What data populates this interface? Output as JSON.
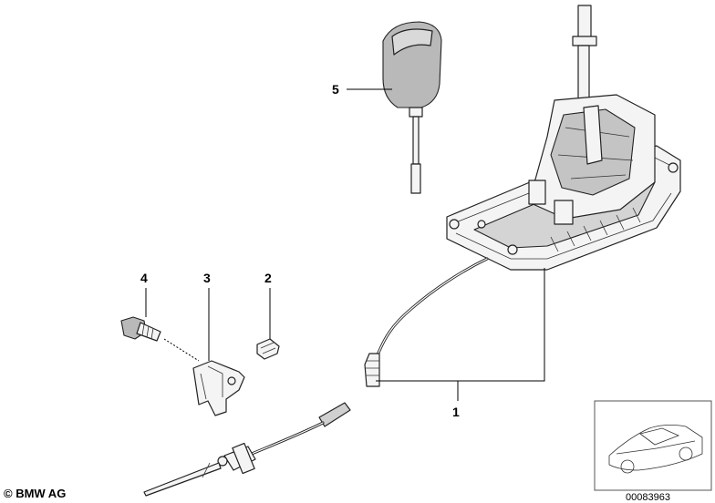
{
  "callouts": [
    {
      "id": "1",
      "text": "1"
    },
    {
      "id": "2",
      "text": "2"
    },
    {
      "id": "3",
      "text": "3"
    },
    {
      "id": "4",
      "text": "4"
    },
    {
      "id": "5",
      "text": "5"
    }
  ],
  "footer": {
    "copyright": "© BMW AG",
    "drawing_number": "00083963"
  },
  "icons": [
    "shift-knob-icon",
    "gear-selector-icon",
    "selector-cable-icon",
    "bolt-icon",
    "bracket-icon",
    "clip-icon",
    "car-thumbnail-icon"
  ]
}
